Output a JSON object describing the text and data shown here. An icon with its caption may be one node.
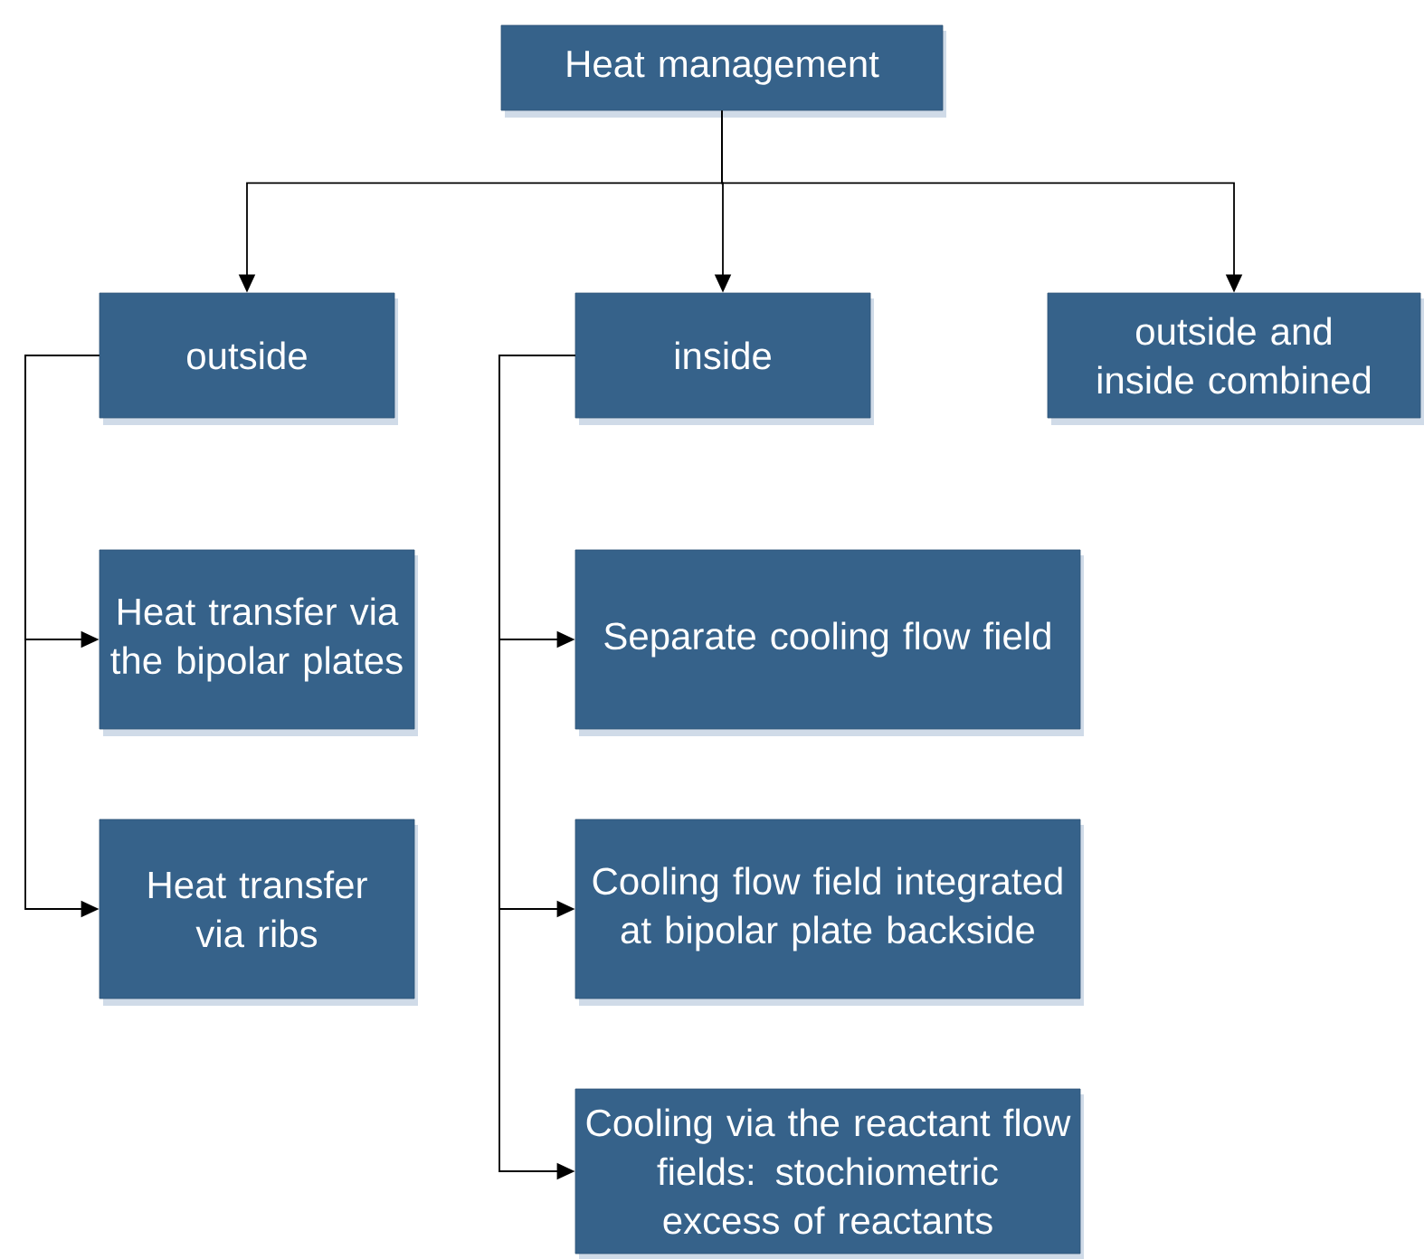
{
  "diagram": {
    "nodes": [
      {
        "text": [
          "Heat management"
        ]
      },
      {
        "text": [
          "outside"
        ]
      },
      {
        "text": [
          "inside"
        ]
      },
      {
        "text": [
          "outside and inside combined"
        ]
      },
      {
        "text": [
          "Heat transfer via the bipolar plates"
        ]
      },
      {
        "text": [
          "Heat transfer via ribs"
        ]
      },
      {
        "text": [
          "Separate cooling flow field"
        ]
      },
      {
        "text": [
          "Cooling flow field integrated at bipolar plate backside"
        ]
      },
      {
        "text": [
          "Cooling via the reactant flow fields: stochiometric excess of reactants"
        ]
      }
    ],
    "edges": [
      {
        "from": 0,
        "to": 1,
        "arrow": "to"
      },
      {
        "from": 0,
        "to": 2,
        "arrow": "to"
      },
      {
        "from": 0,
        "to": 3,
        "arrow": "to"
      },
      {
        "from": 1,
        "to": 4,
        "arrow": "to"
      },
      {
        "from": 1,
        "to": 5,
        "arrow": "to"
      },
      {
        "from": 2,
        "to": 6,
        "arrow": "to"
      },
      {
        "from": 2,
        "to": 7,
        "arrow": "to"
      },
      {
        "from": 2,
        "to": 8,
        "arrow": "to"
      }
    ]
  }
}
